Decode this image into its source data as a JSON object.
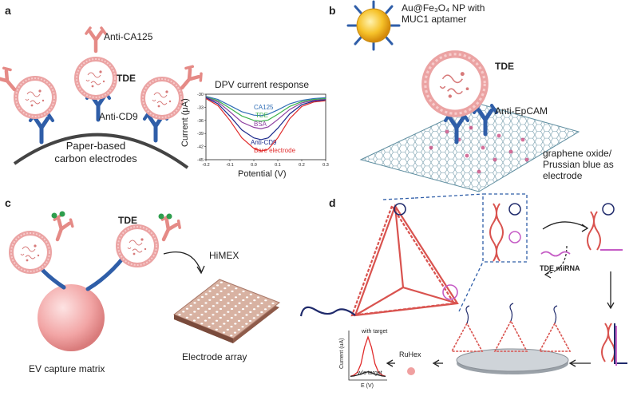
{
  "panels": {
    "a": {
      "label": "a",
      "anti_ca125": "Anti-CA125",
      "tde": "TDE",
      "anti_cd9": "Anti-CD9",
      "electrode_line1": "Paper-based",
      "electrode_line2": "carbon electrodes",
      "chart_data": {
        "type": "line",
        "title": "DPV current response",
        "xlabel": "Potential (V)",
        "ylabel": "Current (μA)",
        "xlim": [
          -0.2,
          0.3
        ],
        "ylim": [
          -45,
          -30
        ],
        "xticks": [
          "-0.2",
          "-0.1",
          "0.0",
          "0.1",
          "0.2",
          "0.3"
        ],
        "yticks": [
          "-30",
          "-33",
          "-36",
          "-39",
          "-42",
          "-45"
        ],
        "grid": false,
        "series": [
          {
            "name": "CA125",
            "color": "#2f6db5",
            "x": [
              -0.2,
              -0.15,
              -0.1,
              -0.05,
              0.0,
              0.03,
              0.06,
              0.1,
              0.15,
              0.2,
              0.25,
              0.3
            ],
            "y": [
              -30.5,
              -31.2,
              -32.6,
              -34.0,
              -34.8,
              -34.9,
              -34.6,
              -33.6,
              -32.2,
              -31.4,
              -31.0,
              -30.8
            ]
          },
          {
            "name": "TDE",
            "color": "#3db24b",
            "x": [
              -0.2,
              -0.15,
              -0.1,
              -0.05,
              0.0,
              0.03,
              0.06,
              0.1,
              0.15,
              0.2,
              0.25,
              0.3
            ],
            "y": [
              -30.6,
              -31.5,
              -33.2,
              -35.0,
              -36.0,
              -36.2,
              -35.9,
              -34.6,
              -32.8,
              -31.7,
              -31.2,
              -31.0
            ]
          },
          {
            "name": "BSA",
            "color": "#8e3fa0",
            "x": [
              -0.2,
              -0.15,
              -0.1,
              -0.05,
              0.0,
              0.03,
              0.06,
              0.1,
              0.15,
              0.2,
              0.25,
              0.3
            ],
            "y": [
              -30.7,
              -31.8,
              -34.0,
              -36.4,
              -37.6,
              -37.9,
              -37.5,
              -35.8,
              -33.5,
              -32.0,
              -31.4,
              -31.2
            ]
          },
          {
            "name": "Anti-CD9",
            "color": "#1c2a8c",
            "x": [
              -0.2,
              -0.15,
              -0.1,
              -0.05,
              0.0,
              0.03,
              0.06,
              0.1,
              0.15,
              0.2,
              0.25,
              0.3
            ],
            "y": [
              -30.8,
              -32.2,
              -35.0,
              -38.2,
              -40.0,
              -40.4,
              -40.0,
              -37.8,
              -34.5,
              -32.4,
              -31.6,
              -31.3
            ]
          },
          {
            "name": "Bare electrode",
            "color": "#e02b2b",
            "x": [
              -0.2,
              -0.15,
              -0.1,
              -0.05,
              0.0,
              0.03,
              0.06,
              0.1,
              0.15,
              0.2,
              0.25,
              0.3
            ],
            "y": [
              -31.0,
              -32.6,
              -36.0,
              -40.0,
              -42.4,
              -43.0,
              -42.6,
              -40.0,
              -35.6,
              -32.8,
              -31.8,
              -31.5
            ]
          }
        ]
      }
    },
    "b": {
      "label": "b",
      "np_line1": "Au@Fe₃O₄ NP with",
      "np_line2": "MUC1 aptamer",
      "tde": "TDE",
      "anti_epcam": "Anti-EpCAM",
      "go_line1": "graphene oxide/",
      "go_line2": "Prussian blue as",
      "go_line3": "electrode"
    },
    "c": {
      "label": "c",
      "tde": "TDE",
      "himex": "HiMEX",
      "ev_matrix": "EV capture matrix",
      "electrode_array": "Electrode array"
    },
    "d": {
      "label": "d",
      "tde_mirna": "TDE miRNA",
      "ruhex": "RuHex",
      "chart_data": {
        "type": "line",
        "xlabel": "E (V)",
        "ylabel": "Current (uA)",
        "series": [
          {
            "name": "with target",
            "color": "#e02b2b",
            "x": [
              0,
              1,
              2,
              3,
              4,
              5,
              6,
              7,
              8,
              9,
              10
            ],
            "y": [
              0.05,
              0.08,
              0.15,
              0.35,
              0.75,
              1.0,
              0.75,
              0.35,
              0.15,
              0.08,
              0.05
            ]
          },
          {
            "name": "w/o target",
            "color": "#222222",
            "x": [
              0,
              1,
              2,
              3,
              4,
              5,
              6,
              7,
              8,
              9,
              10
            ],
            "y": [
              0.05,
              0.06,
              0.08,
              0.1,
              0.14,
              0.16,
              0.14,
              0.1,
              0.08,
              0.06,
              0.05
            ]
          }
        ]
      }
    }
  },
  "colors": {
    "antibody_blue": "#2f5ea8",
    "antibody_pink": "#e58a86",
    "vesicle_pink": "#f2a6a6",
    "dna_red": "#d9534f",
    "navy": "#1f2a6b",
    "graphene": "#5f8ea0",
    "gold": "#f3b51b"
  }
}
